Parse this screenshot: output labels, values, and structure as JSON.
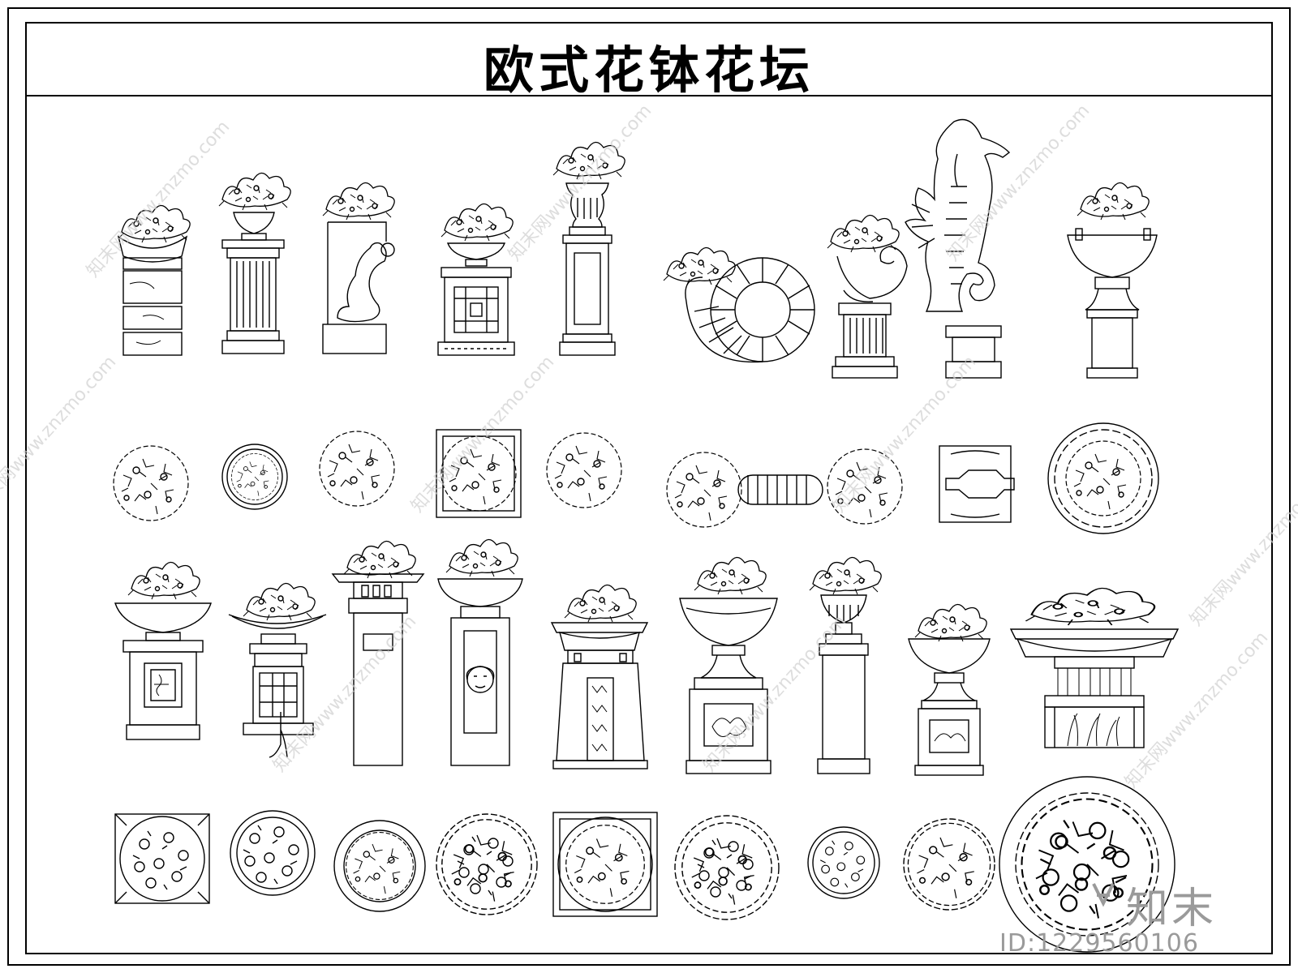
{
  "title": "欧式花钵花坛",
  "watermark": {
    "brand": "知末",
    "id_label": "ID:",
    "id_value": "1229560106",
    "tile_text": "知末网www.znzmo.com"
  },
  "colors": {
    "line": "#000000",
    "background": "#ffffff",
    "watermark": "#9a9a9a"
  },
  "drawing": {
    "rows": [
      {
        "view": "elevation",
        "items": [
          "plinth-basket",
          "fluted-column-urn",
          "figure-statue",
          "lattice-pedestal",
          "tall-urn-pedestal",
          "nautilus-shell",
          "conch-shell-pedestal",
          "seahorse-statue",
          "bowl-pedestal"
        ]
      },
      {
        "view": "plan",
        "items": [
          "round-bush",
          "circle-planter",
          "round-bush",
          "square-planter",
          "round-bush",
          "shell-plan",
          "round-bush",
          "seahorse-plan",
          "round-bowl"
        ]
      },
      {
        "view": "elevation",
        "items": [
          "bowl-panel-pedestal",
          "fountain-pedestal",
          "tall-pier",
          "lion-head-pier",
          "tapered-pedestal",
          "bowl-panel-pedestal",
          "column-urn",
          "small-bowl-pedestal",
          "wide-bowl-planter"
        ]
      },
      {
        "view": "plan",
        "items": [
          "square-frame",
          "circle-plan",
          "circle-plan",
          "circle-plan",
          "square-frame",
          "circle-plan",
          "circle-plan",
          "circle-plan",
          "large-circle"
        ]
      }
    ]
  }
}
